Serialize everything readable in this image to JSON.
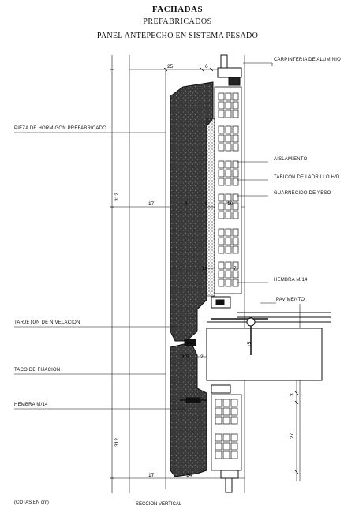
{
  "header": {
    "title": "FACHADAS",
    "subtitle": "PREFABRICADOS",
    "heading": "PANEL ANTEPECHO EN SISTEMA PESADO"
  },
  "labels": {
    "carpinteria": "CARPINTERIA DE ALUMINIO",
    "pieza": "PIEZA DE HORMIGON PREFABRICADO",
    "aislamiento": "AISLAMIENTO",
    "tabicon": "TABICON DE LADRILLO H/D",
    "guarnecido": "GUARNECIDO DE YESO",
    "hembra_top": "HEMBRA M/14",
    "pavimento": "PAVIMENTO",
    "tarjeton": "TARJETON DE NIVELACION",
    "taco": "TACO DE FIJACION",
    "hembra_bottom": "HEMBRA M/14"
  },
  "dimensions": {
    "d25": "25",
    "d6": "6",
    "d17_top": "17",
    "d8a": "8",
    "d8b": "8",
    "d10": "10",
    "d312_top": "312",
    "d19": "19",
    "d7": "7",
    "d3_5": "3,5",
    "d2": "2",
    "d3": "3",
    "d27": "27",
    "d312_bottom": "312",
    "d17_bottom": "17",
    "d14": "14",
    "d15": "15"
  },
  "footer": {
    "note": "(COTAS EN cm)",
    "section": "SECCION VERTICAL"
  },
  "colors": {
    "ink": "#111111",
    "paper": "#ffffff"
  }
}
